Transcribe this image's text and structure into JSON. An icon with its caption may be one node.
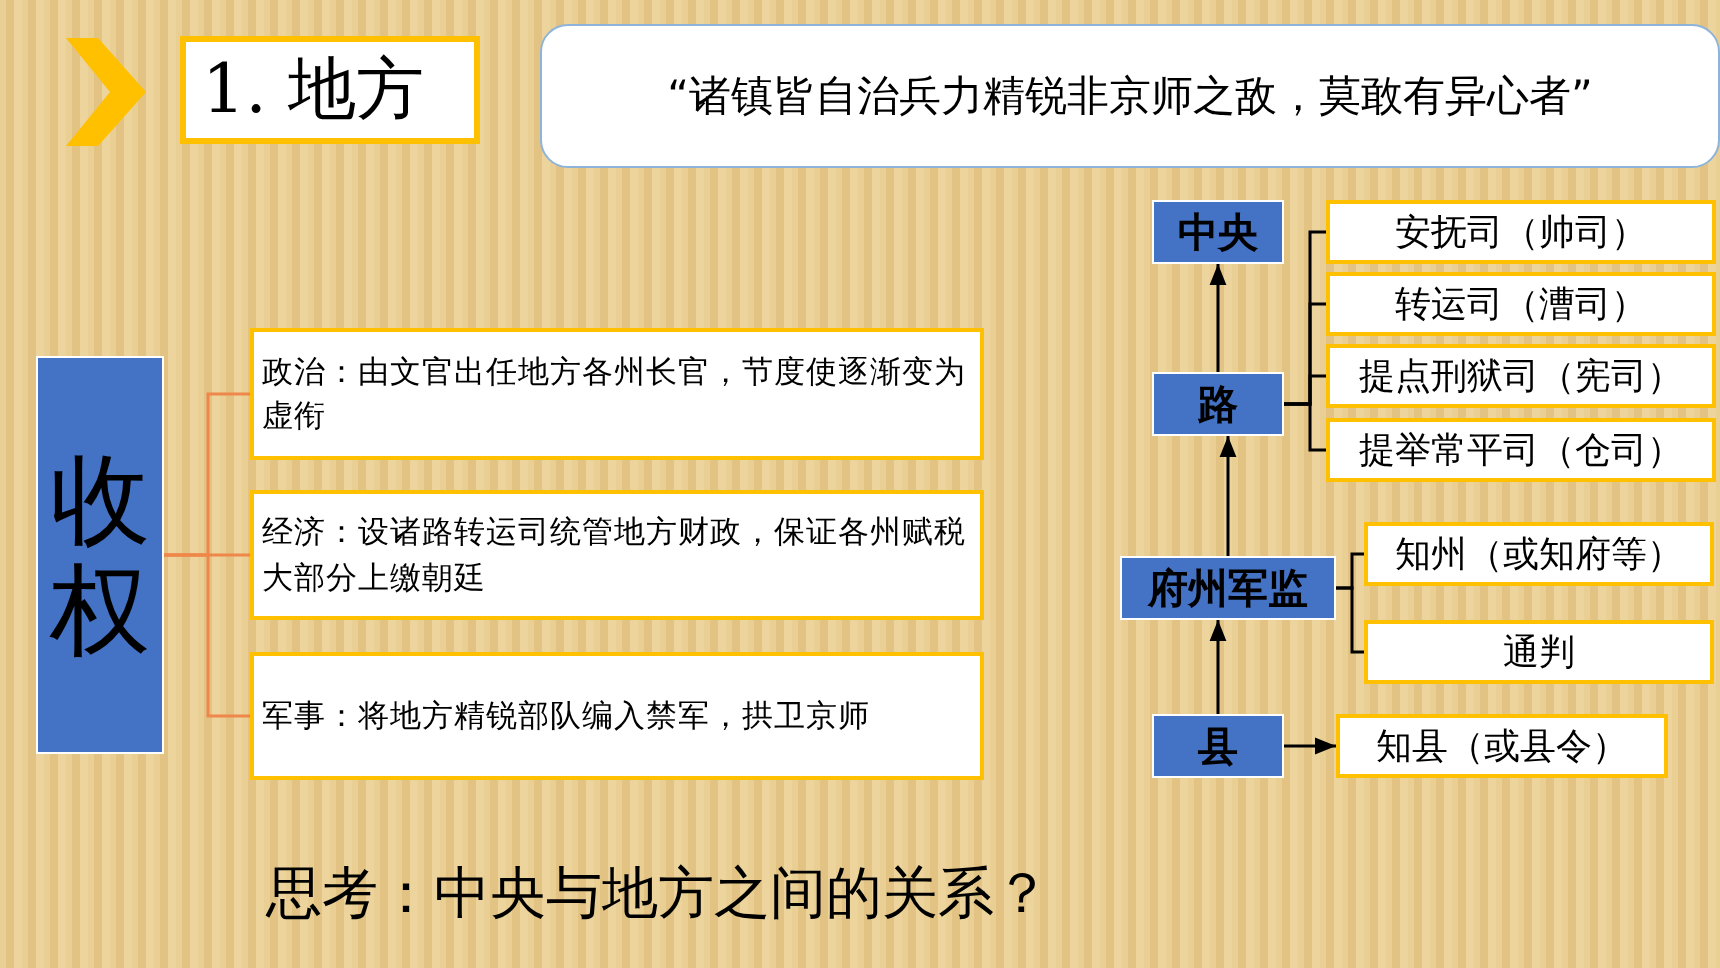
{
  "diagram": {
    "title": "1. 地方",
    "nodes": [
      {
        "text": [
          "“诸镇皆自治兵力精锐非京师之敌，莫敢有异心者”"
        ]
      },
      {
        "text": [
          "收权"
        ]
      },
      {
        "text": [
          "政治：由文官出任地方各州长官，节度使逐渐变为虚衔"
        ]
      },
      {
        "text": [
          "经济：设诸路转运司统管地方财政，保证各州赋税大部分上缴朝廷"
        ]
      },
      {
        "text": [
          "军事：将地方精锐部队编入禁军，拱卫京师"
        ]
      },
      {
        "text": [
          "中央"
        ]
      },
      {
        "text": [
          "路"
        ]
      },
      {
        "text": [
          "府州军监"
        ]
      },
      {
        "text": [
          "县"
        ]
      },
      {
        "text": [
          "安抚司（帅司）"
        ]
      },
      {
        "text": [
          "转运司（漕司）"
        ]
      },
      {
        "text": [
          "提点刑狱司（宪司）"
        ]
      },
      {
        "text": [
          "提举常平司（仓司）"
        ]
      },
      {
        "text": [
          "知州（或知府等）"
        ]
      },
      {
        "text": [
          "通判"
        ]
      },
      {
        "text": [
          "知县（或县令）"
        ]
      }
    ],
    "edges": [
      {
        "from": 1,
        "to": 2,
        "arrow": "none",
        "color": "#f0874a"
      },
      {
        "from": 1,
        "to": 3,
        "arrow": "none",
        "color": "#f0874a"
      },
      {
        "from": 1,
        "to": 4,
        "arrow": "none",
        "color": "#f0874a"
      },
      {
        "from": 8,
        "to": 7,
        "arrow": "to"
      },
      {
        "from": 7,
        "to": 6,
        "arrow": "to"
      },
      {
        "from": 6,
        "to": 5,
        "arrow": "to"
      },
      {
        "from": 6,
        "to": 9,
        "arrow": "none"
      },
      {
        "from": 6,
        "to": 10,
        "arrow": "none"
      },
      {
        "from": 6,
        "to": 11,
        "arrow": "none"
      },
      {
        "from": 6,
        "to": 12,
        "arrow": "none"
      },
      {
        "from": 7,
        "to": 13,
        "arrow": "none"
      },
      {
        "from": 7,
        "to": 14,
        "arrow": "none"
      },
      {
        "from": 8,
        "to": 15,
        "arrow": "to"
      }
    ],
    "labels": [
      "思考：中央与地方之间的关系？"
    ]
  }
}
